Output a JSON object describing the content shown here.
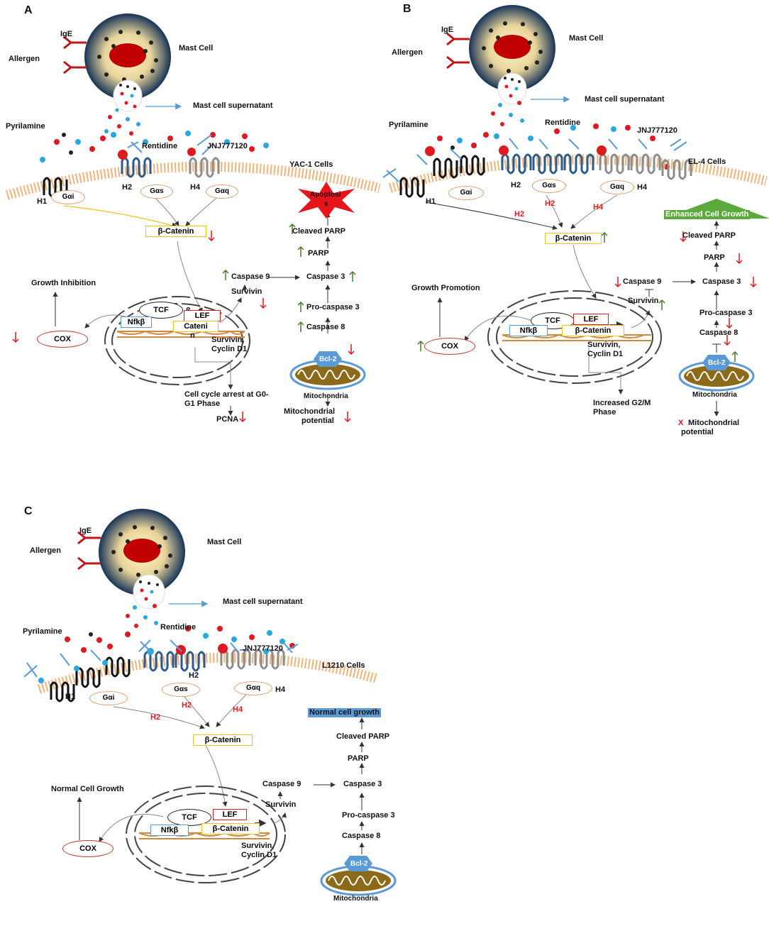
{
  "panels": {
    "a": {
      "letter": "A",
      "mast_cell": "Mast Cell",
      "ige": "IgE",
      "allergen": "Allergen",
      "supernatant": "Mast cell supernatant",
      "pyrilamine": "Pyrilamine",
      "rentidine": "Rentidine",
      "jnj": "JNJ777120",
      "cell_line": "YAC-1 Cells",
      "h1": "H1",
      "h2": "H2",
      "h4": "H4",
      "gai": "Gαi",
      "gas": "Gαs",
      "gaq": "Gαq",
      "catenin_box": "β-Catenin",
      "tcf": "TCF",
      "nfk": "Nfkβ",
      "lef": "LEF",
      "lef_prefix": "β",
      "nucleus_catenin": "Cateni",
      "nucleus_catenin_n": "n",
      "survivin": "Survivin",
      "survivin_cyclin": "Survivin,",
      "cyclin": "Cyclin D1",
      "growth": "Growth Inhibition",
      "cox": "COX",
      "cell_cycle_1": "Cell cycle arrest at G0-",
      "cell_cycle_2": "G1 Phase",
      "pcna": "PCNA",
      "outcome_1": "Apoptosi",
      "outcome_2": "s",
      "cleaved_parp": "Cleaved PARP",
      "parp": "PARP",
      "caspase9": "Caspase 9",
      "caspase3": "Caspase 3",
      "procaspase3": "Pro-caspase 3",
      "caspase8": "Caspase 8",
      "bcl2": "Bcl-2",
      "mito": "Mitochondria",
      "mito_pot_1": "Mitochondrial",
      "mito_pot_2": "potential"
    },
    "b": {
      "letter": "B",
      "mast_cell": "Mast Cell",
      "ige": "IgE",
      "allergen": "Allergen",
      "supernatant": "Mast cell supernatant",
      "pyrilamine": "Pyrilamine",
      "rentidine": "Rentidine",
      "jnj": "JNJ777120",
      "cell_line": "EL-4 Cells",
      "h1": "H1",
      "h2": "H2",
      "h4": "H4",
      "h2_red": "H2",
      "h2_red_b": "H2",
      "h4_red": "H4",
      "gai": "Gαi",
      "gas": "Gαs",
      "gaq": "Gαq",
      "catenin_box": "β-Catenin",
      "tcf": "TCF",
      "nfk": "Nfkβ",
      "lef": "LEF",
      "nucleus_catenin": "β-Catenin",
      "survivin": "Survivin",
      "survivin_cyclin": "Survivin,",
      "cyclin": "Cyclin D1",
      "growth": "Growth Promotion",
      "cox": "COX",
      "g2m_1": "Increased G2/M",
      "g2m_2": "Phase",
      "outcome": "Enhanced Cell Growth",
      "cleaved_parp": "Cleaved PARP",
      "parp": "PARP",
      "caspase9": "Caspase 9",
      "caspase3": "Caspase 3",
      "procaspase3": "Pro-caspase 3",
      "caspase8": "Caspase 8",
      "bcl2": "Bcl-2",
      "mito": "Mitochondria",
      "mito_pot_x": "X",
      "mito_pot_1": "Mitochondrial",
      "mito_pot_2": "potential"
    },
    "c": {
      "letter": "C",
      "mast_cell": "Mast Cell",
      "ige": "IgE",
      "allergen": "Allergen",
      "supernatant": "Mast cell supernatant",
      "pyrilamine": "Pyrilamine",
      "rentidine": "Rentidine",
      "jnj": "JNJ777120",
      "cell_line": "L1210 Cells",
      "h1": "H1",
      "h2": "H2",
      "h4": "H4",
      "h2_red": "H2",
      "h2_red_b": "H2",
      "h4_red": "H4",
      "gai": "Gαi",
      "gas": "Gαs",
      "gaq": "Gαq",
      "catenin_box": "β-Catenin",
      "tcf": "TCF",
      "nfk": "Nfkβ",
      "lef": "LEF",
      "nucleus_catenin": "β-Catenin",
      "survivin": "Survivin",
      "survivin_cyclin": "Survivin,",
      "cyclin": "Cyclin D1",
      "growth": "Normal Cell Growth",
      "cox": "COX",
      "outcome": "Normal cell growth",
      "cleaved_parp": "Cleaved PARP",
      "parp": "PARP",
      "caspase9": "Caspase 9",
      "caspase3": "Caspase 3",
      "procaspase3": "Pro-caspase 3",
      "caspase8": "Caspase 8",
      "bcl2": "Bcl-2",
      "mito": "Mitochondria"
    }
  },
  "colors": {
    "red_dot": "#e0191e",
    "blue_dot": "#29a8e0",
    "receptor_blue": "#2d5a87",
    "receptor_gray": "#8c8c8c",
    "membrane": "#f2b27a",
    "up_arrow": "#4a7a2e",
    "down_arrow": "#e0191e",
    "apoptosis_star": "#e8141b",
    "growth_triangle": "#5aaa3c",
    "normal_banner": "#5b9bd5",
    "mito_fill": "#8b6b1a"
  }
}
